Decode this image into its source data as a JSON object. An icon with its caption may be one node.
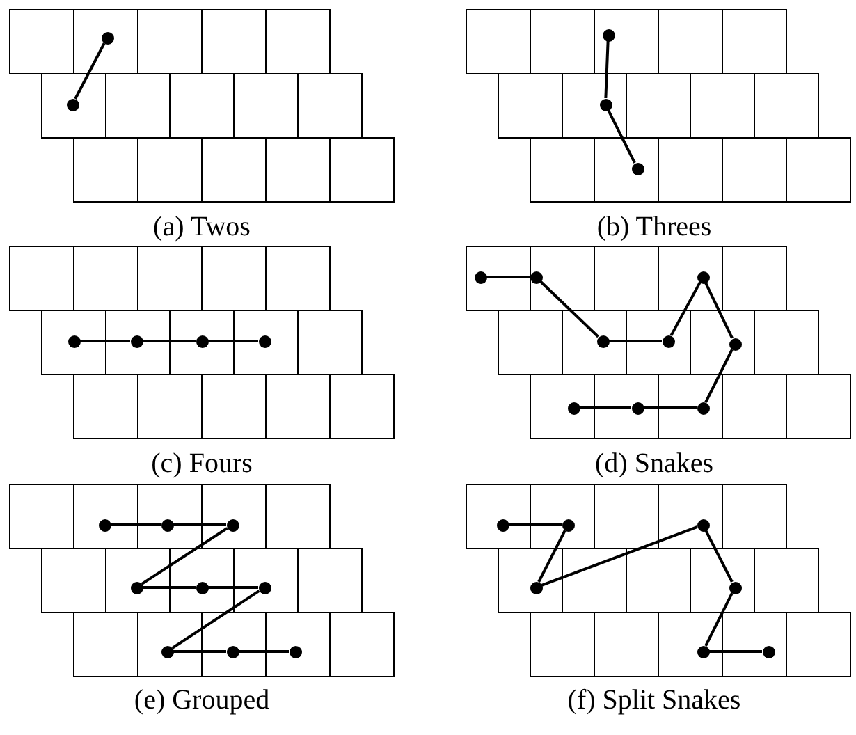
{
  "diagram": {
    "nodes": [
      {
        "text": [],
        "shape": "circle"
      },
      {
        "text": [],
        "shape": "circle"
      },
      {
        "text": [],
        "shape": "circle"
      },
      {
        "text": [],
        "shape": "circle"
      },
      {
        "text": [],
        "shape": "circle"
      },
      {
        "text": [],
        "shape": "circle"
      },
      {
        "text": [],
        "shape": "circle"
      },
      {
        "text": [],
        "shape": "circle"
      },
      {
        "text": [],
        "shape": "circle"
      },
      {
        "text": [],
        "shape": "circle"
      },
      {
        "text": [],
        "shape": "circle"
      },
      {
        "text": [],
        "shape": "circle"
      },
      {
        "text": [],
        "shape": "circle"
      },
      {
        "text": [],
        "shape": "circle"
      },
      {
        "text": [],
        "shape": "circle"
      },
      {
        "text": [],
        "shape": "circle"
      },
      {
        "text": [],
        "shape": "circle"
      },
      {
        "text": [],
        "shape": "circle"
      },
      {
        "text": [],
        "shape": "circle"
      },
      {
        "text": [],
        "shape": "circle"
      },
      {
        "text": [],
        "shape": "circle"
      },
      {
        "text": [],
        "shape": "circle"
      },
      {
        "text": [],
        "shape": "circle"
      },
      {
        "text": [],
        "shape": "circle"
      },
      {
        "text": [],
        "shape": "circle"
      },
      {
        "text": [],
        "shape": "circle"
      },
      {
        "text": [],
        "shape": "circle"
      },
      {
        "text": [],
        "shape": "circle"
      },
      {
        "text": [],
        "shape": "circle"
      },
      {
        "text": [],
        "shape": "circle"
      },
      {
        "text": [],
        "shape": "circle"
      },
      {
        "text": [],
        "shape": "circle"
      },
      {
        "text": [],
        "shape": "circle"
      },
      {
        "text": [],
        "shape": "circle"
      }
    ],
    "edges": [
      {
        "from": 0,
        "to": 1,
        "arrow": "none"
      },
      {
        "from": 2,
        "to": 3,
        "arrow": "none"
      },
      {
        "from": 3,
        "to": 4,
        "arrow": "none"
      },
      {
        "from": 5,
        "to": 6,
        "arrow": "none"
      },
      {
        "from": 6,
        "to": 7,
        "arrow": "none"
      },
      {
        "from": 7,
        "to": 8,
        "arrow": "none"
      },
      {
        "from": 9,
        "to": 10,
        "arrow": "none"
      },
      {
        "from": 10,
        "to": 11,
        "arrow": "none"
      },
      {
        "from": 11,
        "to": 12,
        "arrow": "none"
      },
      {
        "from": 12,
        "to": 13,
        "arrow": "none"
      },
      {
        "from": 13,
        "to": 14,
        "arrow": "none"
      },
      {
        "from": 14,
        "to": 15,
        "arrow": "none"
      },
      {
        "from": 15,
        "to": 16,
        "arrow": "none"
      },
      {
        "from": 16,
        "to": 17,
        "arrow": "none"
      },
      {
        "from": 18,
        "to": 19,
        "arrow": "none"
      },
      {
        "from": 19,
        "to": 20,
        "arrow": "none"
      },
      {
        "from": 20,
        "to": 21,
        "arrow": "none"
      },
      {
        "from": 21,
        "to": 22,
        "arrow": "none"
      },
      {
        "from": 22,
        "to": 23,
        "arrow": "none"
      },
      {
        "from": 23,
        "to": 24,
        "arrow": "none"
      },
      {
        "from": 24,
        "to": 25,
        "arrow": "none"
      },
      {
        "from": 25,
        "to": 26,
        "arrow": "none"
      },
      {
        "from": 27,
        "to": 28,
        "arrow": "none"
      },
      {
        "from": 28,
        "to": 29,
        "arrow": "none"
      },
      {
        "from": 29,
        "to": 30,
        "arrow": "none"
      },
      {
        "from": 30,
        "to": 31,
        "arrow": "none"
      },
      {
        "from": 31,
        "to": 32,
        "arrow": "none"
      },
      {
        "from": 32,
        "to": 33,
        "arrow": "none"
      }
    ],
    "labels": [
      "(a) Twos",
      "(b) Threes",
      "(c) Fours",
      "(d) Snakes",
      "(e) Grouped",
      "(f) Split Snakes"
    ]
  }
}
